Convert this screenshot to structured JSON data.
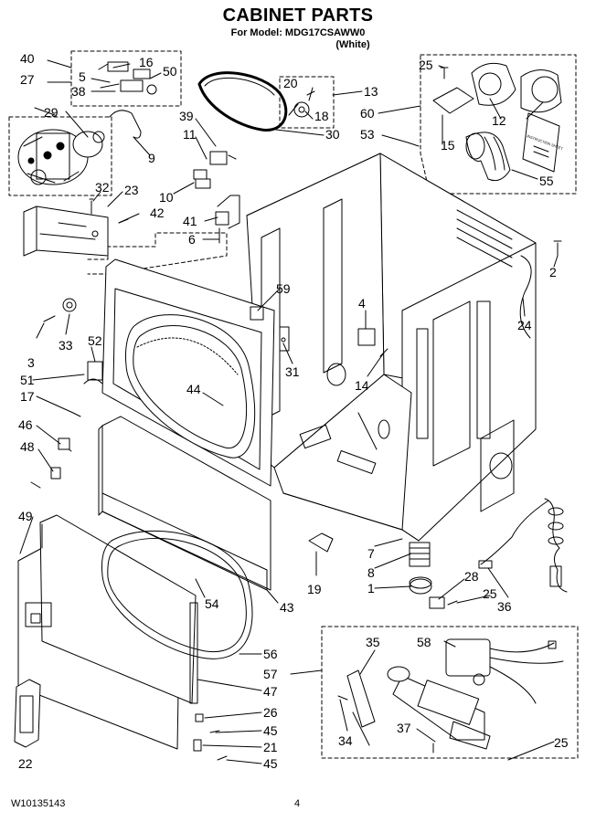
{
  "header": {
    "title": "CABINET PARTS",
    "model_line": "For Model: MDG17CSAWW0",
    "color_line": "(White)"
  },
  "footer": {
    "doc_number": "W10135143",
    "page_number": "4"
  },
  "callouts": {
    "n40": "40",
    "n27": "27",
    "n16": "16",
    "n5": "5",
    "n50": "50",
    "n38": "38",
    "n29": "29",
    "n9": "9",
    "n39": "39",
    "n11": "11",
    "n20": "20",
    "n18": "18",
    "n13": "13",
    "n30": "30",
    "n25a": "25",
    "n12": "12",
    "n60": "60",
    "n53": "53",
    "n15": "15",
    "n55": "55",
    "n32": "32",
    "n23": "23",
    "n42": "42",
    "n10": "10",
    "n41": "41",
    "n6": "6",
    "n59": "59",
    "n2": "2",
    "n4": "4",
    "n24": "24",
    "n33": "33",
    "n3": "3",
    "n52": "52",
    "n51": "51",
    "n17": "17",
    "n44": "44",
    "n31": "31",
    "n14": "14",
    "n46": "46",
    "n48": "48",
    "n49": "49",
    "n7": "7",
    "n8": "8",
    "n19": "19",
    "n1": "1",
    "n28": "28",
    "n25b": "25",
    "n36": "36",
    "n54": "54",
    "n43": "43",
    "n56": "56",
    "n57": "57",
    "n47": "47",
    "n26": "26",
    "n45a": "45",
    "n21": "21",
    "n45b": "45",
    "n22": "22",
    "n35": "35",
    "n58": "58",
    "n34": "34",
    "n37": "37",
    "n25c": "25"
  },
  "manual_label": "INSTRUCTION SHEET"
}
